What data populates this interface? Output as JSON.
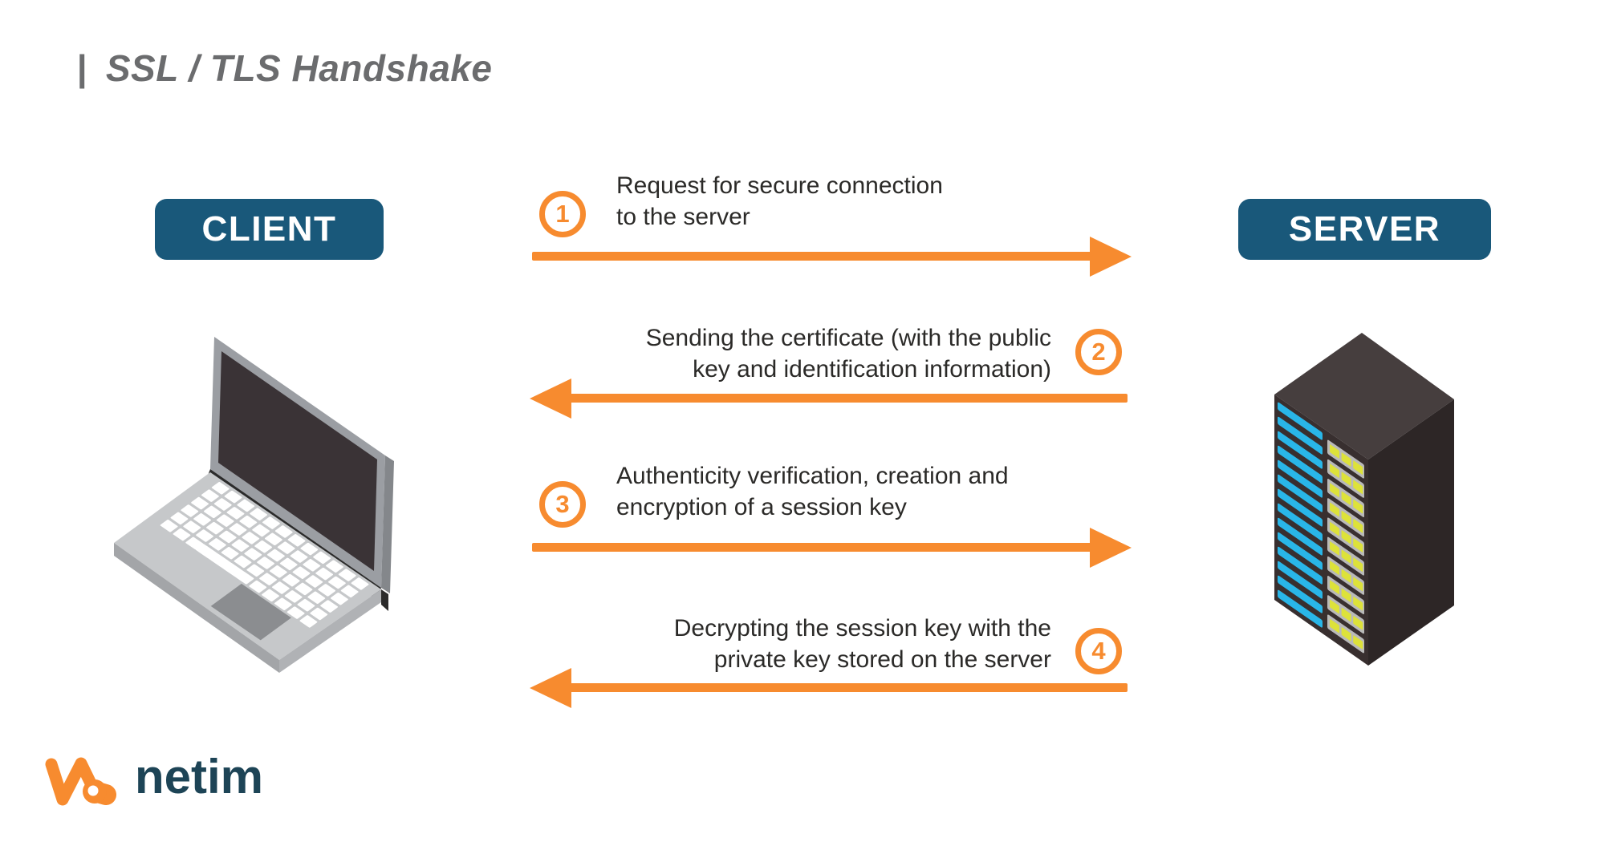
{
  "title": {
    "bullet": "|",
    "text": "SSL / TLS Handshake"
  },
  "client_badge": {
    "label": "CLIENT"
  },
  "server_badge": {
    "label": "SERVER"
  },
  "steps": [
    {
      "number": "1",
      "line1": "Request for secure connection",
      "line2": "to the server",
      "direction": "client-to-server"
    },
    {
      "number": "2",
      "line1": "Sending the certificate (with the public",
      "line2": "key and identification information)",
      "direction": "server-to-client"
    },
    {
      "number": "3",
      "line1": "Authenticity verification, creation and",
      "line2": "encryption of a session key",
      "direction": "client-to-server"
    },
    {
      "number": "4",
      "line1": "Decrypting the session key with the",
      "line2": "private key stored on the server",
      "direction": "server-to-client"
    }
  ],
  "logo": {
    "wordmark": "netim"
  },
  "icons": {
    "client_illustration": "laptop-icon",
    "server_illustration": "server-rack-icon",
    "logo_mark": "netim-logo-mark"
  },
  "colors": {
    "accent_orange": "#f78b2f",
    "badge_blue": "#19587a",
    "title_gray": "#6b6c6e",
    "body_text": "#2b2a28",
    "logo_text_blue": "#1d4456",
    "vent_cyan": "#29b6e8",
    "led_yellow": "#dde23a"
  },
  "illustrations": {
    "laptop": {
      "key_rows": 6,
      "key_cols": 12
    },
    "server_rack": {
      "vent_stripe_count": 14,
      "drive_bay_count": 10,
      "leds_per_bay": 3
    }
  }
}
